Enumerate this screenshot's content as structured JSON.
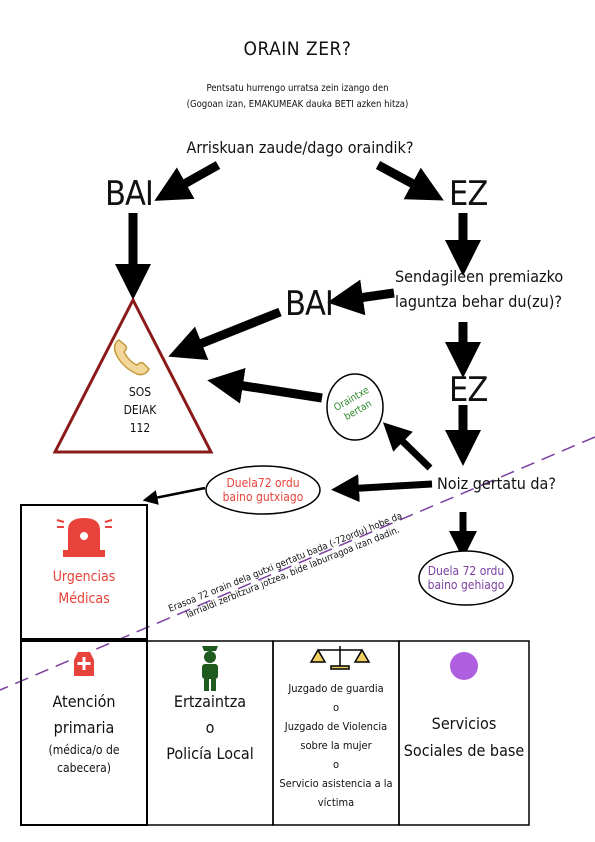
{
  "title": "ORAIN ZER?",
  "subtitle_line1": "Pentsatu hurrengo urratsa zein izango den",
  "subtitle_line2": "(Gogoan izan, EMAKUMEAK dauka BETI azken hitza)",
  "question1": "Arriskuan zaude/dago oraindik?",
  "bai": "BAI",
  "ez": "EZ",
  "question2_line1": "Sendagileen premiazko",
  "question2_line2": "laguntza behar du(zu)?",
  "question3": "Noiz gertatu da?",
  "sos": {
    "line1": "SOS",
    "line2": "DEIAK",
    "line3": "112"
  },
  "orain_bertan": {
    "line1": "Oraintxe",
    "line2": "bertan"
  },
  "less72": {
    "line1": "Duela72 ordu",
    "line2": "baino gutxiago"
  },
  "more72": {
    "line1": "Duela 72 ordu",
    "line2": "baino gehiago"
  },
  "diagonal_note_line1": "Erasoa 72 orain dela gutxi gertatu bada (-72ordu) hobe da",
  "diagonal_note_line2": "larrialdi zerbitzura jotzea, bide laburragoa izan dadin.",
  "urgencias": {
    "line1": "Urgencias",
    "line2": "Médicas"
  },
  "atencion": {
    "line1": "Atención",
    "line2": "primaria",
    "line3": "(médica/o de",
    "line4": "cabecera)"
  },
  "ertzaintza": {
    "line1": "Ertzaintza",
    "line2": "o",
    "line3": "Policía Local"
  },
  "juzgado": {
    "line1": "Juzgado de guardia",
    "line2": "o",
    "line3": "Juzgado de Violencia",
    "line4": "sobre la mujer",
    "line5": "o",
    "line6": "Servicio asistencia a la",
    "line7": "víctima"
  },
  "servicios": {
    "line1": "Servicios",
    "line2": "Sociales de base"
  },
  "colors": {
    "red": "#e8433a",
    "darkred": "#8b1a1a",
    "green": "#2e8b2e",
    "purple": "#7b3fa0",
    "purple_fill": "#b05fe0",
    "orange": "#e8a23a"
  }
}
